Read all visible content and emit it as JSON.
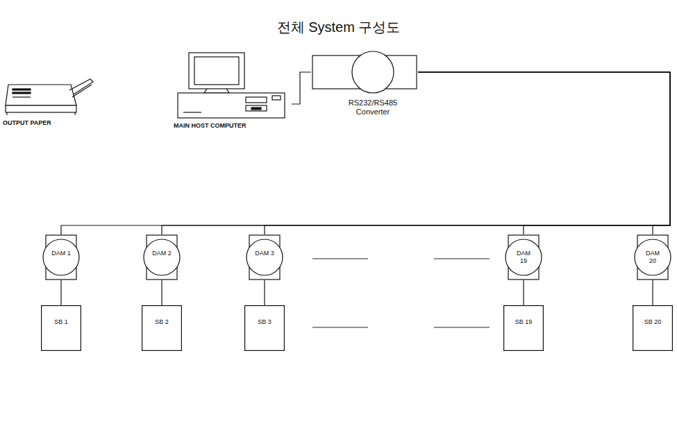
{
  "diagram": {
    "title": "전체 System 구성도",
    "nodes": [
      {
        "text": [
          "OUTPUT PAPER"
        ]
      },
      {
        "text": [
          "MAIN HOST COMPUTER"
        ]
      },
      {
        "text": [
          "RS232/RS485 Converter"
        ]
      },
      {
        "text": [
          "DAM 1"
        ]
      },
      {
        "text": [
          "DAM 2"
        ]
      },
      {
        "text": [
          "DAM 3"
        ]
      },
      {
        "text": [
          "DAM 19"
        ]
      },
      {
        "text": [
          "DAM 20"
        ]
      },
      {
        "text": [
          "SB 1"
        ]
      },
      {
        "text": [
          "SB 2"
        ]
      },
      {
        "text": [
          "SB 3"
        ]
      },
      {
        "text": [
          "SB 19"
        ]
      },
      {
        "text": [
          "SB 20"
        ]
      }
    ],
    "edges": [
      {
        "from": 1,
        "to": 2,
        "arrow": "none"
      },
      {
        "from": 2,
        "to": 3,
        "arrow": "none"
      },
      {
        "from": 2,
        "to": 4,
        "arrow": "none"
      },
      {
        "from": 2,
        "to": 5,
        "arrow": "none"
      },
      {
        "from": 2,
        "to": 6,
        "arrow": "none"
      },
      {
        "from": 2,
        "to": 7,
        "arrow": "none"
      },
      {
        "from": 3,
        "to": 8,
        "arrow": "none"
      },
      {
        "from": 4,
        "to": 9,
        "arrow": "none"
      },
      {
        "from": 5,
        "to": 10,
        "arrow": "none"
      },
      {
        "from": 6,
        "to": 11,
        "arrow": "none"
      },
      {
        "from": 7,
        "to": 12,
        "arrow": "none"
      }
    ]
  }
}
